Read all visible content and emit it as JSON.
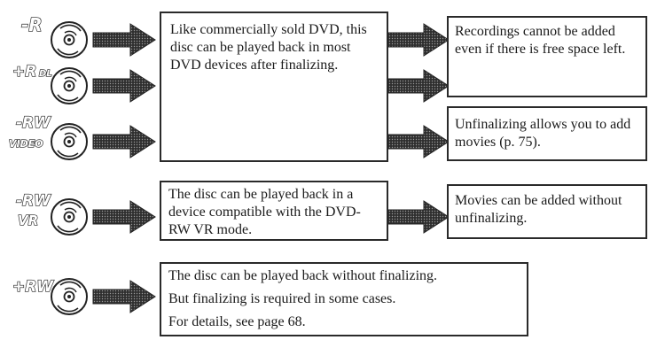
{
  "colors": {
    "box_border": "#2a2a2a",
    "arrow_fill": "#3c3c3c",
    "text": "#1a1a1a"
  },
  "discs": [
    {
      "id": "dvd-r",
      "label": "-R"
    },
    {
      "id": "dvd-plus-r-dl",
      "label": "+R",
      "sublabel": "DL"
    },
    {
      "id": "dvd-rw-video",
      "label": "-RW",
      "sublabel": "VIDEO"
    },
    {
      "id": "dvd-rw-vr",
      "label": "-RW",
      "sublabel": "VR"
    },
    {
      "id": "dvd-plus-rw",
      "label": "+RW"
    }
  ],
  "boxes": {
    "commercial": "Like commercially sold DVD, this disc can be played back in most DVD devices after finalizing.",
    "cannot_add": "Recordings cannot be added even if there is free space left.",
    "unfinalizing": "Unfinalizing allows you to add movies (p. 75).",
    "vr_playback": "The disc can be played back in a device compatible with the DVD-RW VR mode.",
    "vr_add": "Movies can be added without unfinalizing.",
    "plus_rw_lines": [
      "The disc can be played back without finalizing.",
      "But finalizing is required in some cases.",
      "For details, see page 68."
    ]
  }
}
